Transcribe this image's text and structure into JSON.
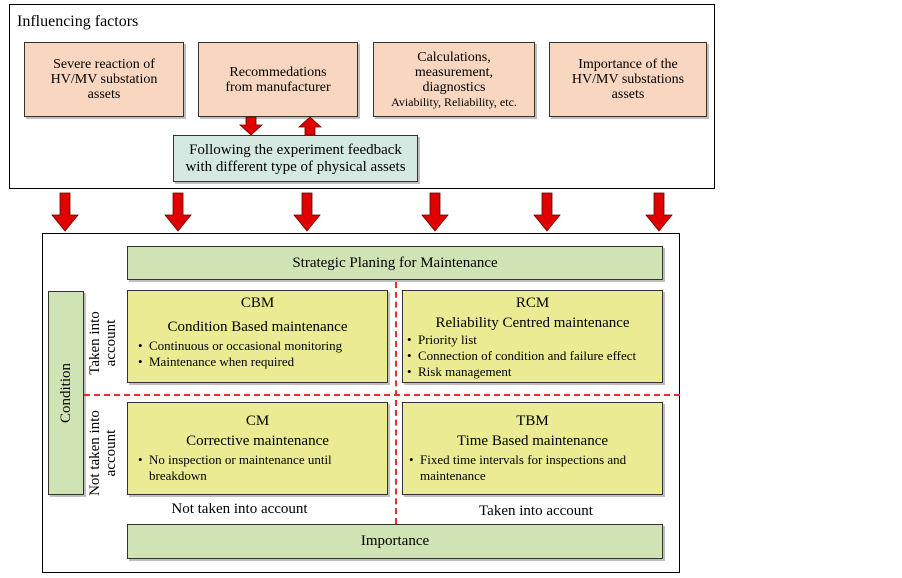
{
  "influencing_factors": {
    "title": "Influencing factors",
    "factors": [
      {
        "lines": [
          "Severe reaction of",
          "HV/MV substation",
          "assets"
        ]
      },
      {
        "lines": [
          "Recommedations",
          "from manufacturer"
        ]
      },
      {
        "lines": [
          "Calculations,",
          "measurement,",
          "diagnostics"
        ],
        "small": "Aviability, Reliability, etc."
      },
      {
        "lines": [
          "Importance of the",
          "HV/MV substations",
          "assets"
        ]
      }
    ],
    "feedback": [
      "Following the experiment feedback",
      "with different type of physical assets"
    ]
  },
  "strategy": {
    "top_bar": "Strategic Planing for Maintenance",
    "bottom_bar": "Importance",
    "condition_label": "Condition",
    "row_taken": [
      "Taken into",
      "account"
    ],
    "row_not_taken": [
      "Not taken into",
      "account"
    ],
    "col_not_taken": "Not taken into account",
    "col_taken": "Taken into account",
    "quadrants": {
      "cbm": {
        "abbr": "CBM",
        "name": "Condition Based maintenance",
        "items": [
          "Continuous or occasional monitoring",
          "Maintenance when required"
        ]
      },
      "rcm": {
        "abbr": "RCM",
        "name": "Reliability Centred maintenance",
        "items": [
          "Priority list",
          "Connection of condition and failure effect",
          "Risk management"
        ]
      },
      "cm": {
        "abbr": "CM",
        "name": "Corrective maintenance",
        "items": [
          "No inspection or maintenance until breakdown"
        ]
      },
      "tbm": {
        "abbr": "TBM",
        "name": "Time Based maintenance",
        "items": [
          "Fixed time intervals for inspections and maintenance"
        ]
      }
    }
  },
  "colors": {
    "factor_fill": "#f9d6bf",
    "feedback_fill": "#d4e9e2",
    "bar_fill": "#cfe3b4",
    "quadrant_fill": "#eaeb93",
    "arrow_red": "#e00000",
    "divider_red": "#e8302a"
  },
  "icons": [
    "down-arrow-icon",
    "up-arrow-icon"
  ]
}
